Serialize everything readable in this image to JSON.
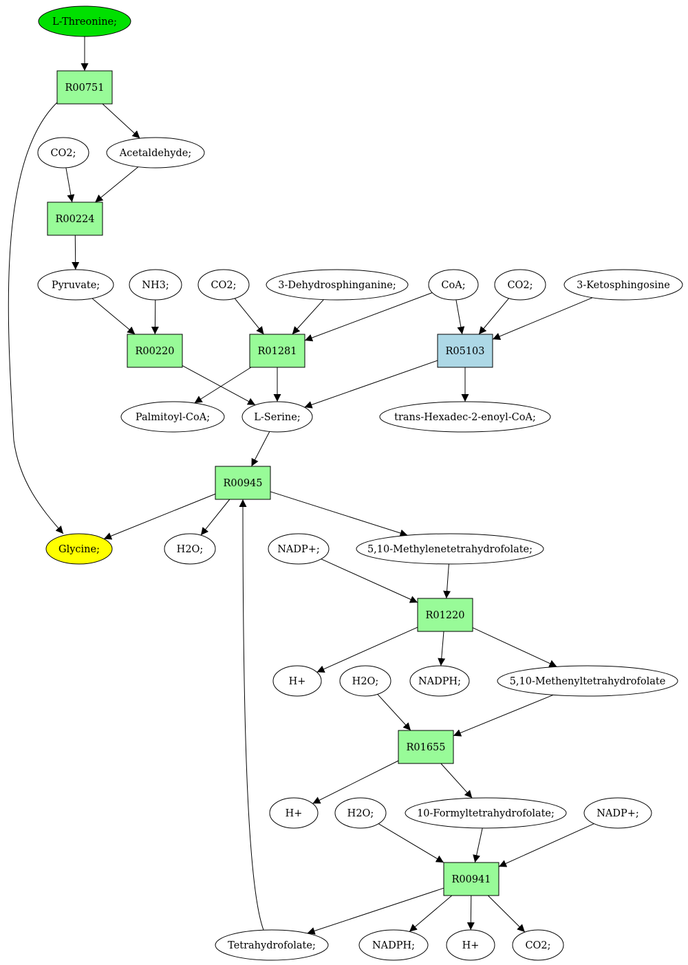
{
  "diagram": {
    "colors": {
      "reaction_default": "#98fb98",
      "reaction_alt": "#add8e6",
      "start_compound": "#00e000",
      "end_compound": "#ffff00",
      "compound_default": "#ffffff",
      "stroke": "#000000"
    },
    "nodes": [
      {
        "id": "n_thr",
        "kind": "compound",
        "role": "start",
        "label": "L-Threonine;"
      },
      {
        "id": "r_00751",
        "kind": "reaction",
        "label": "R00751"
      },
      {
        "id": "n_co2_a",
        "kind": "compound",
        "label": "CO2;"
      },
      {
        "id": "n_acet",
        "kind": "compound",
        "label": "Acetaldehyde;"
      },
      {
        "id": "r_00224",
        "kind": "reaction",
        "label": "R00224"
      },
      {
        "id": "n_pyr",
        "kind": "compound",
        "label": "Pyruvate;"
      },
      {
        "id": "n_nh3",
        "kind": "compound",
        "label": "NH3;"
      },
      {
        "id": "n_co2_b",
        "kind": "compound",
        "label": "CO2;"
      },
      {
        "id": "n_3dh",
        "kind": "compound",
        "label": "3-Dehydrosphinganine;"
      },
      {
        "id": "n_coa",
        "kind": "compound",
        "label": "CoA;"
      },
      {
        "id": "n_co2_c",
        "kind": "compound",
        "label": "CO2;"
      },
      {
        "id": "n_3ks",
        "kind": "compound",
        "label": "3-Ketosphingosine"
      },
      {
        "id": "r_00220",
        "kind": "reaction",
        "label": "R00220"
      },
      {
        "id": "r_01281",
        "kind": "reaction",
        "label": "R01281"
      },
      {
        "id": "r_05103",
        "kind": "reaction",
        "variant": "alt",
        "label": "R05103"
      },
      {
        "id": "n_palm",
        "kind": "compound",
        "label": "Palmitoyl-CoA;"
      },
      {
        "id": "n_ser",
        "kind": "compound",
        "label": "L-Serine;"
      },
      {
        "id": "n_thex",
        "kind": "compound",
        "label": "trans-Hexadec-2-enoyl-CoA;"
      },
      {
        "id": "r_00945",
        "kind": "reaction",
        "label": "R00945"
      },
      {
        "id": "n_gly",
        "kind": "compound",
        "role": "end",
        "label": "Glycine;"
      },
      {
        "id": "n_h2o_a",
        "kind": "compound",
        "label": "H2O;"
      },
      {
        "id": "n_nadp_a",
        "kind": "compound",
        "label": "NADP+;"
      },
      {
        "id": "n_mthf",
        "kind": "compound",
        "label": "5,10-Methylenetetrahydrofolate;"
      },
      {
        "id": "r_01220",
        "kind": "reaction",
        "label": "R01220"
      },
      {
        "id": "n_h_a",
        "kind": "compound",
        "label": "H+"
      },
      {
        "id": "n_h2o_b",
        "kind": "compound",
        "label": "H2O;"
      },
      {
        "id": "n_nadph_a",
        "kind": "compound",
        "label": "NADPH;"
      },
      {
        "id": "n_menthf",
        "kind": "compound",
        "label": "5,10-Methenyltetrahydrofolate"
      },
      {
        "id": "r_01655",
        "kind": "reaction",
        "label": "R01655"
      },
      {
        "id": "n_h_b",
        "kind": "compound",
        "label": "H+"
      },
      {
        "id": "n_h2o_c",
        "kind": "compound",
        "label": "H2O;"
      },
      {
        "id": "n_fthf",
        "kind": "compound",
        "label": "10-Formyltetrahydrofolate;"
      },
      {
        "id": "n_nadp_b",
        "kind": "compound",
        "label": "NADP+;"
      },
      {
        "id": "r_00941",
        "kind": "reaction",
        "label": "R00941"
      },
      {
        "id": "n_thf",
        "kind": "compound",
        "label": "Tetrahydrofolate;"
      },
      {
        "id": "n_nadph_b",
        "kind": "compound",
        "label": "NADPH;"
      },
      {
        "id": "n_h_c",
        "kind": "compound",
        "label": "H+"
      },
      {
        "id": "n_co2_d",
        "kind": "compound",
        "label": "CO2;"
      }
    ],
    "edges": [
      {
        "from": "n_thr",
        "to": "r_00751"
      },
      {
        "from": "r_00751",
        "to": "n_acet"
      },
      {
        "from": "r_00751",
        "to": "n_gly"
      },
      {
        "from": "n_co2_a",
        "to": "r_00224"
      },
      {
        "from": "n_acet",
        "to": "r_00224"
      },
      {
        "from": "r_00224",
        "to": "n_pyr"
      },
      {
        "from": "n_pyr",
        "to": "r_00220"
      },
      {
        "from": "n_nh3",
        "to": "r_00220"
      },
      {
        "from": "n_co2_b",
        "to": "r_01281"
      },
      {
        "from": "n_3dh",
        "to": "r_01281"
      },
      {
        "from": "n_coa",
        "to": "r_01281"
      },
      {
        "from": "n_coa",
        "to": "r_05103"
      },
      {
        "from": "n_co2_c",
        "to": "r_05103"
      },
      {
        "from": "n_3ks",
        "to": "r_05103"
      },
      {
        "from": "r_00220",
        "to": "n_ser"
      },
      {
        "from": "r_01281",
        "to": "n_palm"
      },
      {
        "from": "r_01281",
        "to": "n_ser"
      },
      {
        "from": "r_05103",
        "to": "n_ser"
      },
      {
        "from": "r_05103",
        "to": "n_thex"
      },
      {
        "from": "n_ser",
        "to": "r_00945"
      },
      {
        "from": "r_00945",
        "to": "n_gly"
      },
      {
        "from": "r_00945",
        "to": "n_h2o_a"
      },
      {
        "from": "r_00945",
        "to": "n_mthf"
      },
      {
        "from": "n_nadp_a",
        "to": "r_01220"
      },
      {
        "from": "n_mthf",
        "to": "r_01220"
      },
      {
        "from": "r_01220",
        "to": "n_h_a"
      },
      {
        "from": "r_01220",
        "to": "n_nadph_a"
      },
      {
        "from": "r_01220",
        "to": "n_menthf"
      },
      {
        "from": "n_h2o_b",
        "to": "r_01655"
      },
      {
        "from": "n_menthf",
        "to": "r_01655"
      },
      {
        "from": "r_01655",
        "to": "n_h_b"
      },
      {
        "from": "r_01655",
        "to": "n_fthf"
      },
      {
        "from": "n_h2o_c",
        "to": "r_00941"
      },
      {
        "from": "n_fthf",
        "to": "r_00941"
      },
      {
        "from": "n_nadp_b",
        "to": "r_00941"
      },
      {
        "from": "r_00941",
        "to": "n_thf"
      },
      {
        "from": "r_00941",
        "to": "n_nadph_b"
      },
      {
        "from": "r_00941",
        "to": "n_h_c"
      },
      {
        "from": "r_00941",
        "to": "n_co2_d"
      },
      {
        "from": "n_thf",
        "to": "r_00945"
      }
    ]
  }
}
